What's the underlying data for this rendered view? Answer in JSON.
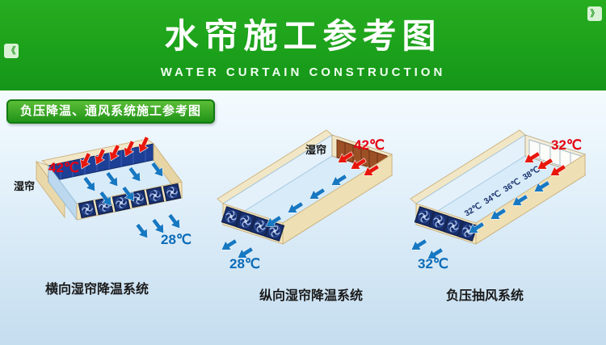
{
  "header": {
    "title": "水帘施工参考图",
    "subtitle": "WATER CURTAIN CONSTRUCTION"
  },
  "decor": {
    "left_quote": "《",
    "right_quote": "》"
  },
  "section": {
    "label": "负压降温、通风系统施工参考图"
  },
  "diagrams": {
    "horizontal": {
      "caption": "横向湿帘降温系统",
      "wet_curtain_label": "湿帘",
      "inlet_temp": "42℃",
      "outlet_temp": "28℃"
    },
    "longitudinal": {
      "caption": "纵向湿帘降温系统",
      "wet_curtain_label": "湿帘",
      "inlet_temp": "42℃",
      "outlet_temp": "28℃"
    },
    "exhaust": {
      "caption": "负压抽风系统",
      "inlet_temp": "32℃",
      "outlet_temp": "32℃",
      "floor_temps": [
        "32℃",
        "34℃",
        "36℃",
        "38℃"
      ]
    }
  },
  "colors": {
    "header_green": "#1ba01b",
    "hot_red": "#e60012",
    "cool_blue": "#0b6cb8"
  }
}
